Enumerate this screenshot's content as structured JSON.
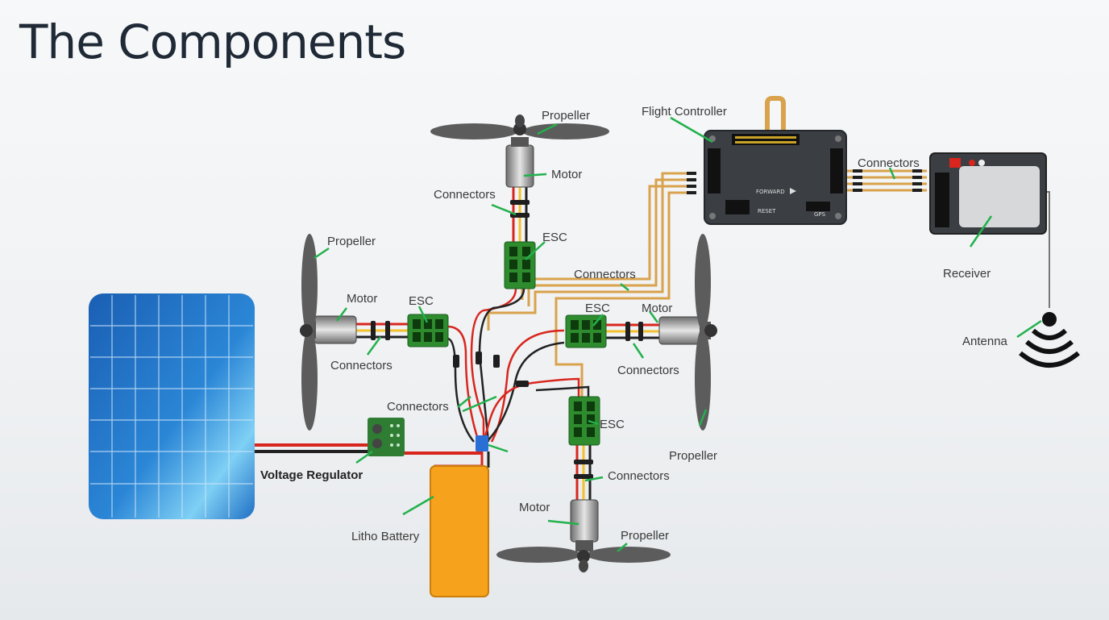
{
  "title": "The Components",
  "labels": {
    "propeller_top": "Propeller",
    "motor_top": "Motor",
    "connectors_top": "Connectors",
    "esc_top": "ESC",
    "flight_controller": "Flight Controller",
    "connectors_fc_receiver": "Connectors",
    "receiver": "Receiver",
    "antenna": "Antenna",
    "propeller_left": "Propeller",
    "motor_left": "Motor",
    "esc_left": "ESC",
    "connectors_left": "Connectors",
    "connectors_middle": "Connectors",
    "esc_right": "ESC",
    "motor_right": "Motor",
    "connectors_right": "Connectors",
    "propeller_right": "Propeller",
    "connectors_center": "Connectors",
    "esc_bottom": "ESC",
    "connectors_bottom": "Connectors",
    "motor_bottom": "Motor",
    "propeller_bottom": "Propeller",
    "voltage_regulator": "Voltage Regulator",
    "litho_battery": "Litho Battery"
  },
  "fc_board_text": {
    "forward": "FORWARD",
    "reset": "RESET",
    "gps": "GPS"
  },
  "colors": {
    "title": "#1f2a36",
    "pointer": "#22b14c",
    "esc_green": "#2e8b2e",
    "battery": "#f7a21c",
    "solar_blue": "#1f6fc4",
    "wire_red": "#d8261e",
    "wire_black": "#222222",
    "wire_orange": "#d9a24c",
    "board_gray": "#3b3f44"
  }
}
